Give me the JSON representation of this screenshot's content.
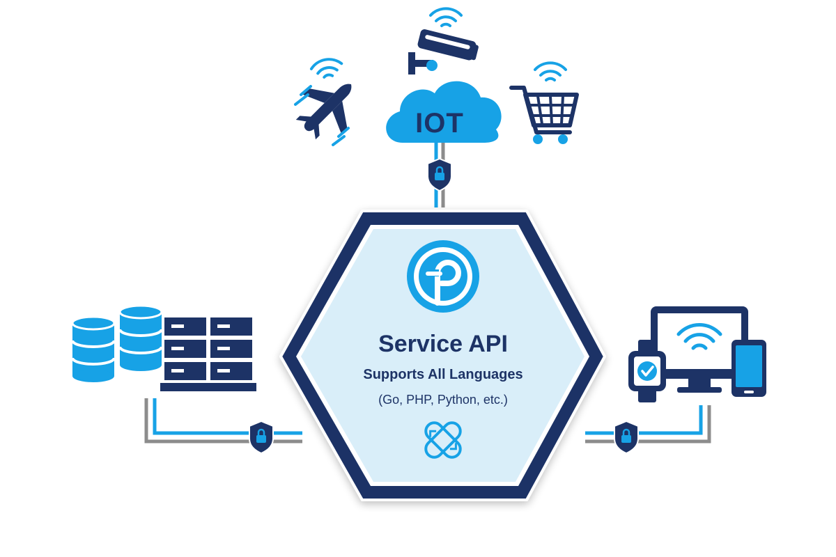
{
  "hub": {
    "title": "Service API",
    "subtitle": "Supports All Languages",
    "languages": "(Go, PHP, Python, etc.)"
  },
  "cloud": {
    "label": "IOT"
  },
  "icons": {
    "hub_logo": "power-p-logo-icon",
    "hub_sync": "sync-arrows-icon",
    "cloud": "cloud-icon",
    "airplane": "airplane-icon",
    "camera": "security-camera-icon",
    "cart": "shopping-cart-icon",
    "databases": "database-icon",
    "server": "server-rack-icon",
    "monitor": "monitor-icon",
    "watch": "smartwatch-icon",
    "phone": "smartphone-icon",
    "lock": "shield-lock-icon",
    "wifi": "wifi-icon"
  },
  "colors": {
    "navy": "#1d3366",
    "blue": "#17a2e6",
    "light_fill": "#d9eef9",
    "gray_line": "#8c8c8c"
  }
}
